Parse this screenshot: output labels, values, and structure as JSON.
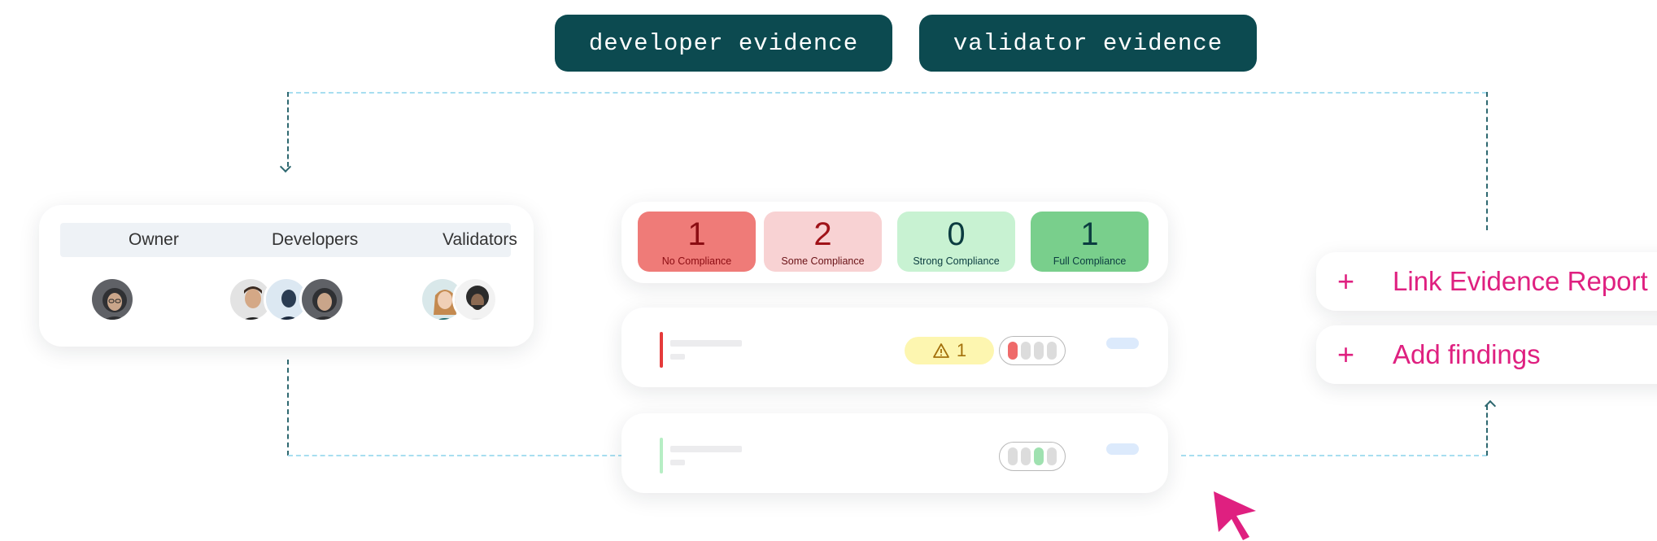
{
  "tags": {
    "developer": "developer evidence",
    "validator": "validator evidence"
  },
  "team": {
    "columns": [
      "Owner",
      "Developers",
      "Validators"
    ]
  },
  "summary": [
    {
      "value": "1",
      "label": "No Compliance",
      "bg": "#ef7b78",
      "fg": "#8b0c12"
    },
    {
      "value": "2",
      "label": "Some Compliance",
      "bg": "#f8d2d3",
      "fg": "#a01218"
    },
    {
      "value": "0",
      "label": "Strong Compliance",
      "bg": "#c8f2d2",
      "fg": "#0b3c40"
    },
    {
      "value": "1",
      "label": "Full Compliance",
      "bg": "#79cf8c",
      "fg": "#0b3c40"
    }
  ],
  "rows": [
    {
      "accent": "#e53a3a",
      "warning_count": "1",
      "meter_active": 0,
      "meter_color": "#ef6a6a"
    },
    {
      "accent": "#b6eec4",
      "warning_count": null,
      "meter_active": 2,
      "meter_color": "#9fe1b0"
    }
  ],
  "actions": {
    "link": "Link Evidence Report",
    "add": "Add findings",
    "plus": "+"
  },
  "colors": {
    "tag_bg": "#0c4a50",
    "accent_pink": "#df2080",
    "connector": "#a7def0"
  },
  "icons": [
    "warning-icon",
    "plus-icon",
    "cursor-icon"
  ]
}
